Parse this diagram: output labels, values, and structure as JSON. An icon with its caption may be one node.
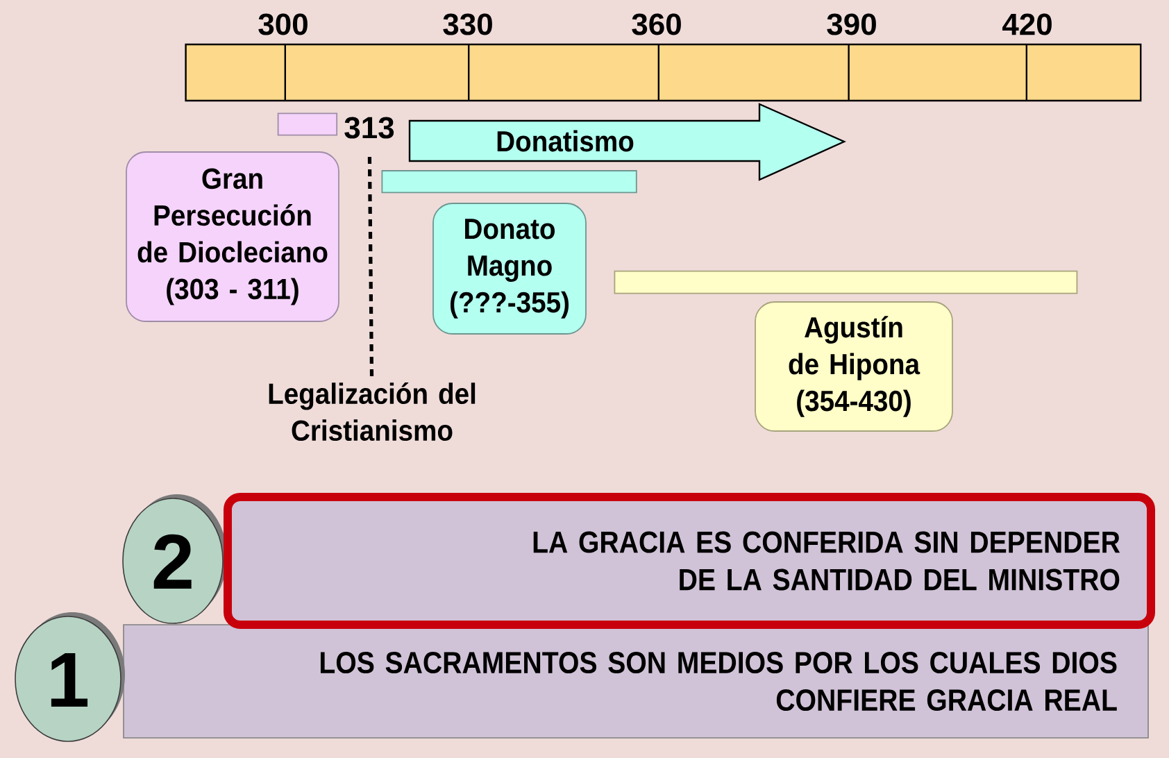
{
  "diagram": {
    "nodes": [
      {
        "text": [],
        "shape": "bar"
      },
      {
        "text": [
          "313"
        ]
      },
      {
        "text": [
          "Donatismo"
        ]
      },
      {
        "text": [
          "Gran Persecución de Diocleciano (303 - 311)"
        ]
      },
      {
        "text": [],
        "shape": "bar"
      },
      {
        "text": [
          "Donato Magno (???-355)"
        ]
      },
      {
        "text": [],
        "shape": "bar"
      },
      {
        "text": [
          "Agustín de Hipona (354-430)"
        ]
      },
      {
        "text": [
          "Legalización del Cristianismo"
        ]
      },
      {
        "text": [
          "2"
        ]
      },
      {
        "text": [
          "LA GRACIA ES CONFERIDA SIN DEPENDER DE LA SANTIDAD DEL MINISTRO"
        ]
      },
      {
        "text": [
          "1"
        ]
      },
      {
        "text": [
          "LOS SACRAMENTOS SON MEDIOS POR LOS CUALES DIOS CONFIERE GRACIA REAL"
        ]
      }
    ],
    "edges": [
      {
        "from": 1,
        "to": 8,
        "arrow": "none",
        "style": "dashed"
      }
    ],
    "labels": [
      "300",
      "330",
      "360",
      "390",
      "420"
    ]
  }
}
